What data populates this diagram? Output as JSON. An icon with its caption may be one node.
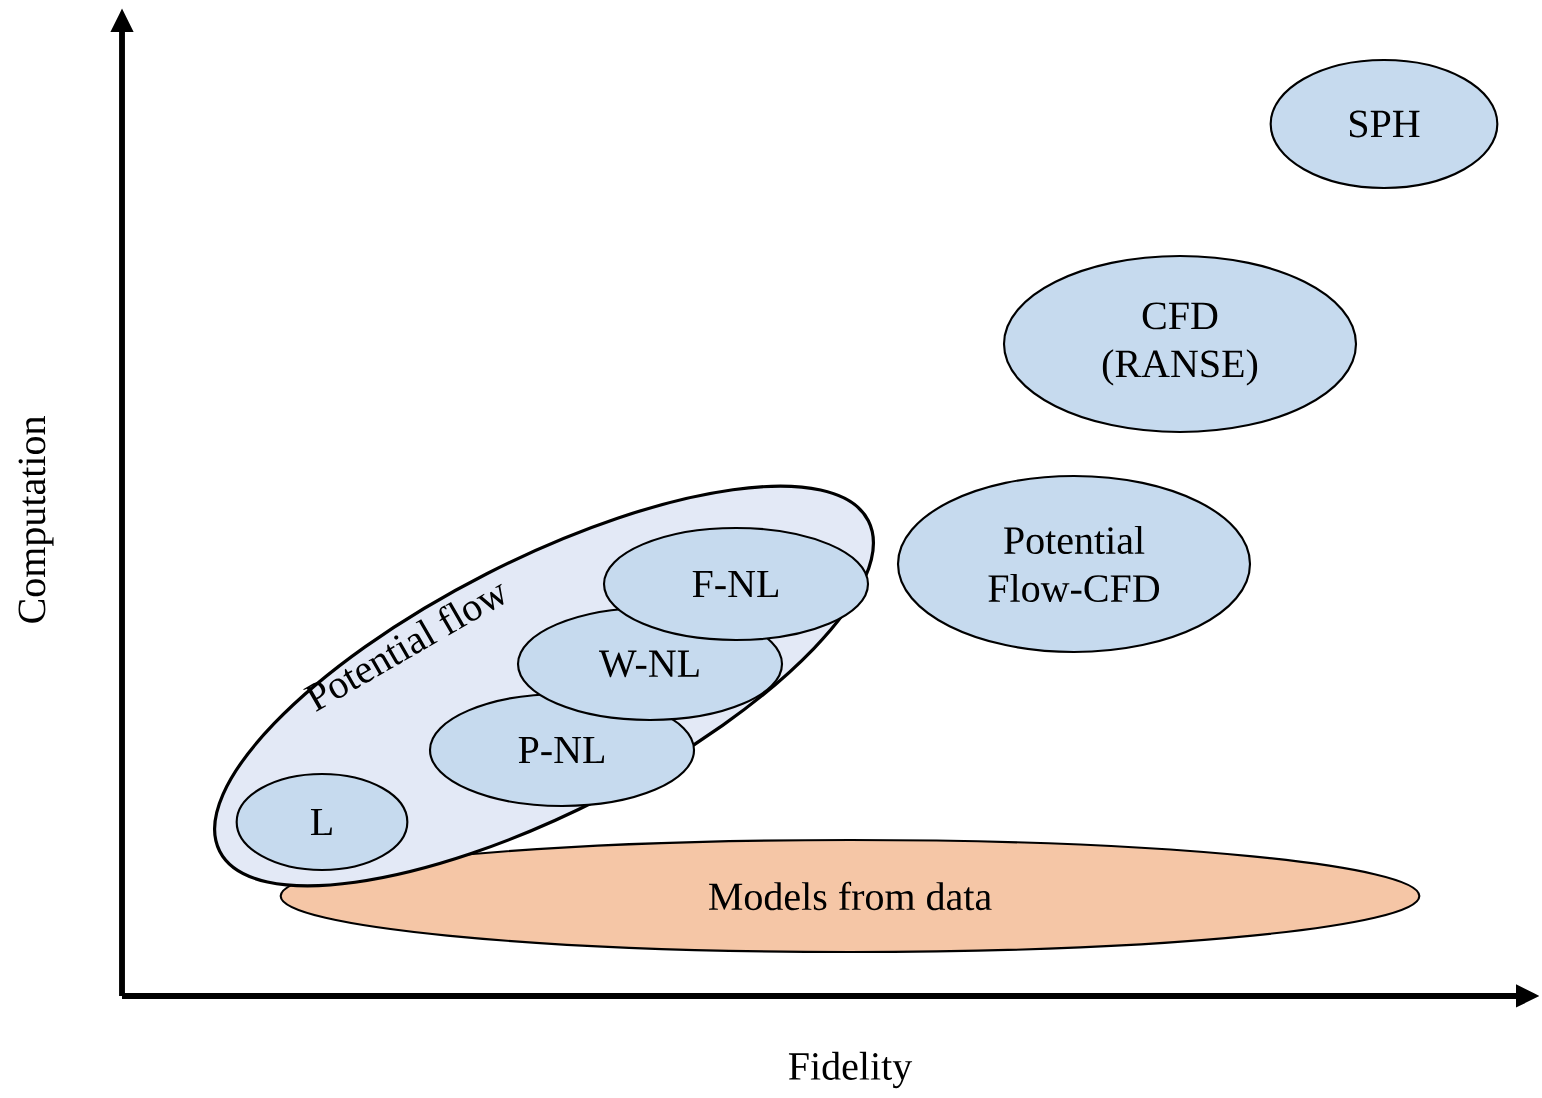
{
  "diagram": {
    "nodes": [
      {
        "text": [
          "Potential flow"
        ]
      },
      {
        "text": [
          "L"
        ],
        "in": 0
      },
      {
        "text": [
          "P-NL"
        ],
        "in": 0
      },
      {
        "text": [
          "W-NL"
        ],
        "in": 0
      },
      {
        "text": [
          "F-NL"
        ],
        "in": 0
      },
      {
        "text": [
          "Potential Flow-CFD"
        ]
      },
      {
        "text": [
          "CFD (RANSE)"
        ]
      },
      {
        "text": [
          "SPH"
        ]
      },
      {
        "text": [
          "Models from data"
        ]
      }
    ],
    "edges": [],
    "labels": [
      "Computation",
      "Fidelity"
    ]
  }
}
